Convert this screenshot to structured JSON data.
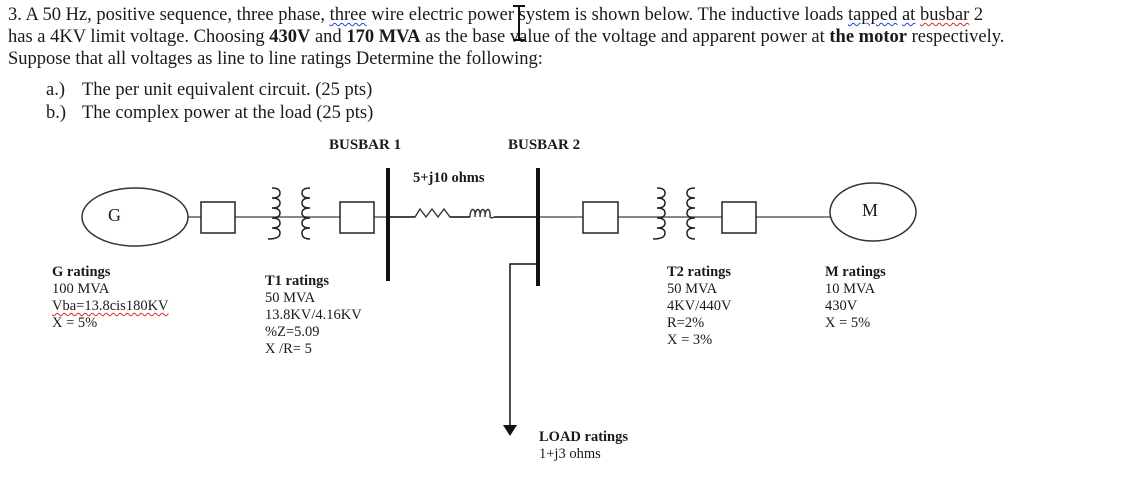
{
  "problem": {
    "number": "3.",
    "line1_a": "A 50 Hz, positive sequence, three phase, ",
    "line1_three": "three",
    "line1_b": " wire electric power system is shown below. The inductive loads ",
    "line1_tapped": "tapped",
    "line1_c": "  ",
    "line1_at": "at",
    "line1_d": " ",
    "line1_busbar": "busbar",
    "line1_e": " 2",
    "line2_a": "has a 4KV limit voltage. Choosing ",
    "line2_bold1": "430V",
    "line2_b": " and ",
    "line2_bold2": "170 MVA",
    "line2_c": " as the base value of the voltage and apparent power at ",
    "line2_bold3": "the motor",
    "line2_d": " respectively.",
    "line3": "Suppose that all voltages as line to line ratings Determine the following:",
    "items": [
      {
        "label": "a.)",
        "text": "The per unit equivalent circuit. (25 pts)"
      },
      {
        "label": "b.)",
        "text": "The complex power at the load (25 pts)"
      }
    ]
  },
  "diagram": {
    "busbar1": "BUSBAR 1",
    "busbar2": "BUSBAR 2",
    "line_impedance": "5+j10 ohms",
    "generator_symbol": "G",
    "motor_symbol": "M",
    "g_ratings": {
      "title": "G ratings",
      "lines": [
        "100 MVA",
        "Vba=13.8cis180KV",
        "X = 5%"
      ]
    },
    "t1_ratings": {
      "title": "T1 ratings",
      "lines": [
        "50 MVA",
        "13.8KV/4.16KV",
        "%Z=5.09",
        "X /R= 5"
      ]
    },
    "t2_ratings": {
      "title": "T2 ratings",
      "lines": [
        "50 MVA",
        "4KV/440V",
        "R=2%",
        "X = 3%"
      ]
    },
    "m_ratings": {
      "title": "M ratings",
      "lines": [
        "10 MVA",
        "430V",
        "X = 5%"
      ]
    },
    "load_ratings": {
      "title": "LOAD ratings",
      "lines": [
        "1+j3 ohms"
      ]
    }
  }
}
